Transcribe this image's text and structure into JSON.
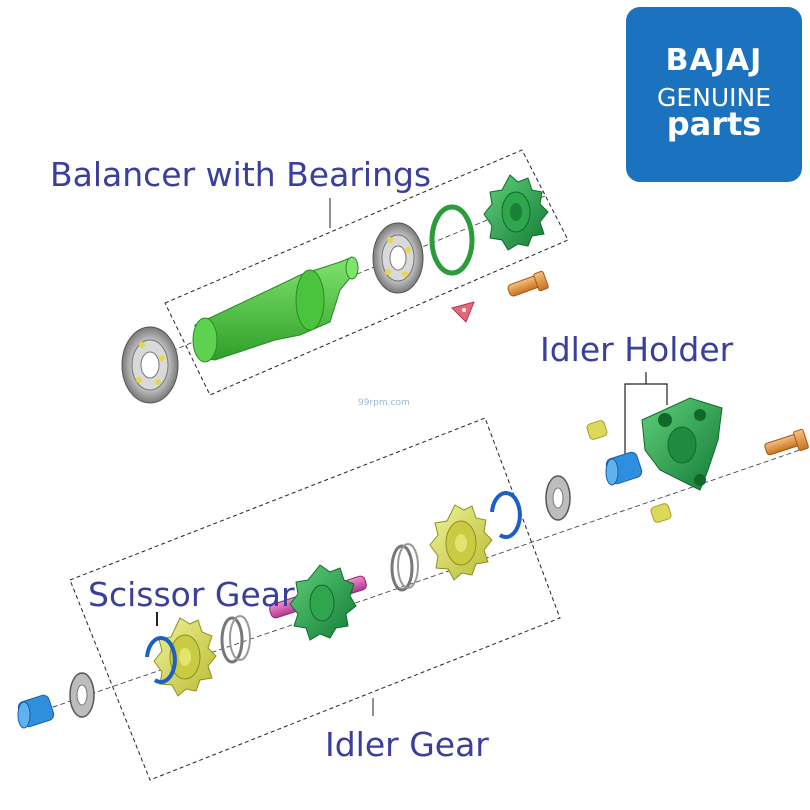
{
  "labels": {
    "balancer": "Balancer with Bearings",
    "idler_holder": "Idler Holder",
    "scissor_gear": "Scissor Gear",
    "idler_gear": "Idler Gear"
  },
  "logo": {
    "brand": "BAJAJ",
    "line2": "GENUINE",
    "line3": "parts"
  },
  "watermark": "99rpm.com",
  "colors": {
    "label_text": "#3a3f9e",
    "logo_bg": "#1b73bf",
    "balancer_green": "#3fc83a",
    "gear_green": "#2aa84a",
    "scissor_yellow": "#d9dd5a",
    "circlip_blue": "#1d5fc4",
    "bearing_blue": "#2f8fdd",
    "shaft_pink": "#d24fa8",
    "bolt_orange": "#e08a3a"
  }
}
